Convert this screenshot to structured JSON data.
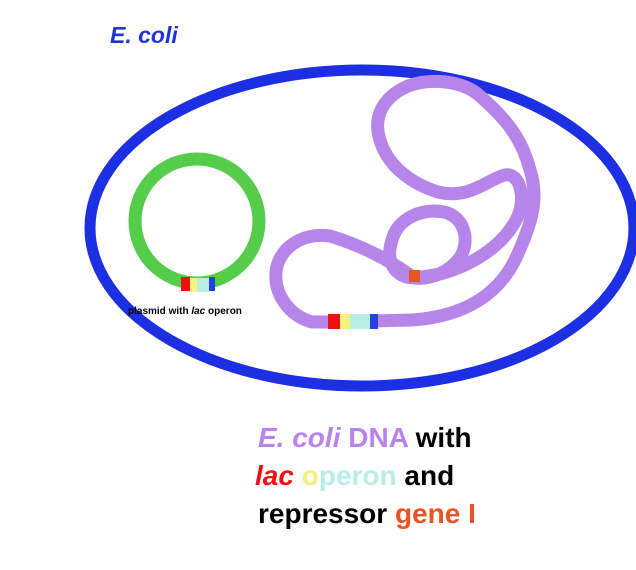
{
  "title": "E. coli",
  "plasmid": {
    "label_prefix": "plasmid with ",
    "label_italic": "lac",
    "label_suffix": " operon"
  },
  "caption": {
    "line1": {
      "ecoli": "E. coli",
      "dna": " DNA",
      "with": " with"
    },
    "line2": {
      "lac": "lac",
      "op_letters": [
        "o",
        "p",
        "e",
        "r",
        "o",
        "n"
      ],
      "and": " and"
    },
    "line3": {
      "repressor": "repressor ",
      "gene": "gene I"
    }
  },
  "colors": {
    "cell_membrane": "#1c2fe3",
    "plasmid": "#55cc4a",
    "chromosome": "#b784ea",
    "lac_red": "#ee1111",
    "lac_yellow": "#f4f47a",
    "lac_cyan": "#b8eee4",
    "lac_blue": "#2244dd",
    "repressor_gene": "#e85522",
    "op_letter_colors": [
      "#f0f07a",
      "#b8eee4",
      "#b8eee4",
      "#b8eee4",
      "#b8eee4",
      "#b8eee4"
    ]
  }
}
